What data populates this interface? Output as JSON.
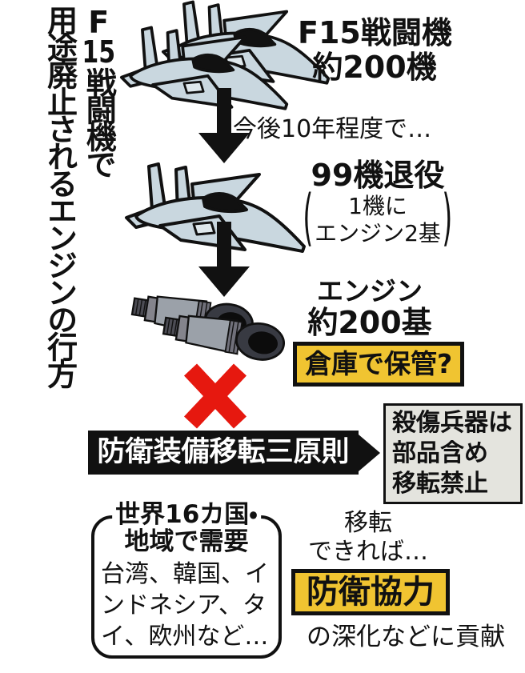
{
  "colors": {
    "highlight_yellow": "#f0c431",
    "prohibit_red": "#e6180f",
    "banner_black": "#111111",
    "jet_fill": "#c9d7df",
    "note_bg": "#e4e4de",
    "engine_gray": "#9ba1a9"
  },
  "headline": {
    "part_f": "F",
    "part_num": "15",
    "part_rest": "戦闘機で",
    "line2": "用途廃止されるエンジンの行方"
  },
  "flow": {
    "step1_label": "F15戦闘機",
    "step1_count": "約200機",
    "arrow1_note": "今後10年程度で…",
    "step2_label": "99機退役",
    "paren_open": "(",
    "paren_line1": "1機に",
    "paren_line2": "エンジン2基",
    "paren_close": ")",
    "step3_label": "エンジン",
    "step3_count": "約200基",
    "storage_note": "倉庫で保管?"
  },
  "restriction": {
    "banner": "防衛装備移転三原則",
    "note_line1": "殺傷兵器は",
    "note_line2": "部品含め",
    "note_line3": "移転禁止"
  },
  "demand": {
    "title_line1": "世界16カ国・",
    "title_line2": "地域で需要",
    "body": "台湾、韓国、インドネシア、タイ、欧州など…"
  },
  "outcome": {
    "cond_line1": "移転",
    "cond_line2": "できれば…",
    "highlight": "防衛協力",
    "result": "の深化などに貢献"
  }
}
